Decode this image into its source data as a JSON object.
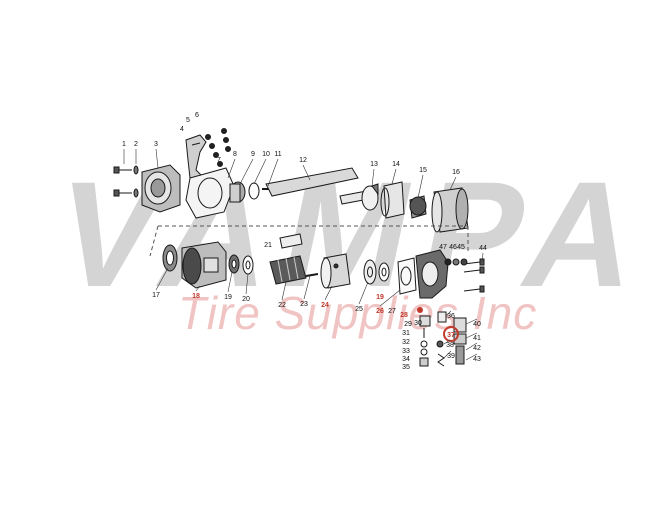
{
  "watermark": {
    "brand": "VAMPA",
    "tagline": "Tire Supplies Inc"
  },
  "diagram": {
    "labels": [
      {
        "id": "1",
        "text": "1",
        "hl": false
      },
      {
        "id": "2",
        "text": "2",
        "hl": false
      },
      {
        "id": "3",
        "text": "3",
        "hl": false
      },
      {
        "id": "4",
        "text": "4",
        "hl": false
      },
      {
        "id": "5",
        "text": "5",
        "hl": false
      },
      {
        "id": "6",
        "text": "6",
        "hl": false
      },
      {
        "id": "7",
        "text": "7",
        "hl": false
      },
      {
        "id": "8",
        "text": "8",
        "hl": false
      },
      {
        "id": "9",
        "text": "9",
        "hl": false
      },
      {
        "id": "10",
        "text": "10",
        "hl": false
      },
      {
        "id": "11",
        "text": "11",
        "hl": false
      },
      {
        "id": "12",
        "text": "12",
        "hl": false
      },
      {
        "id": "13",
        "text": "13",
        "hl": false
      },
      {
        "id": "14",
        "text": "14",
        "hl": false
      },
      {
        "id": "15",
        "text": "15",
        "hl": false
      },
      {
        "id": "16",
        "text": "16",
        "hl": false
      },
      {
        "id": "17",
        "text": "17",
        "hl": false
      },
      {
        "id": "18",
        "text": "18",
        "hl": true
      },
      {
        "id": "19a",
        "text": "19",
        "hl": false
      },
      {
        "id": "20",
        "text": "20",
        "hl": false
      },
      {
        "id": "21",
        "text": "21",
        "hl": false
      },
      {
        "id": "22",
        "text": "22",
        "hl": false
      },
      {
        "id": "23",
        "text": "23",
        "hl": false
      },
      {
        "id": "24",
        "text": "24",
        "hl": true
      },
      {
        "id": "25",
        "text": "25",
        "hl": false
      },
      {
        "id": "19b",
        "text": "19",
        "hl": true
      },
      {
        "id": "26",
        "text": "26",
        "hl": true
      },
      {
        "id": "27",
        "text": "27",
        "hl": false
      },
      {
        "id": "28",
        "text": "28",
        "hl": true
      },
      {
        "id": "29",
        "text": "29",
        "hl": false
      },
      {
        "id": "30",
        "text": "30",
        "hl": false
      },
      {
        "id": "31",
        "text": "31",
        "hl": false
      },
      {
        "id": "32",
        "text": "32",
        "hl": false
      },
      {
        "id": "33",
        "text": "33",
        "hl": false
      },
      {
        "id": "34",
        "text": "34",
        "hl": false
      },
      {
        "id": "35",
        "text": "35",
        "hl": false
      },
      {
        "id": "36",
        "text": "36",
        "hl": false
      },
      {
        "id": "37",
        "text": "37",
        "hl": true,
        "circled": true
      },
      {
        "id": "38",
        "text": "38",
        "hl": false
      },
      {
        "id": "39",
        "text": "39",
        "hl": false
      },
      {
        "id": "40",
        "text": "40",
        "hl": false
      },
      {
        "id": "41",
        "text": "41",
        "hl": false
      },
      {
        "id": "42",
        "text": "42",
        "hl": false
      },
      {
        "id": "43",
        "text": "43",
        "hl": false
      },
      {
        "id": "44",
        "text": "44",
        "hl": false
      },
      {
        "id": "45",
        "text": "45",
        "hl": false
      },
      {
        "id": "46",
        "text": "46",
        "hl": false
      },
      {
        "id": "47",
        "text": "47",
        "hl": false
      }
    ],
    "colors": {
      "line": "#1a1a1a",
      "part": "#444444",
      "shade": "#8a8a8a",
      "light": "#d9d9d9",
      "highlight": "#c0392b"
    }
  }
}
